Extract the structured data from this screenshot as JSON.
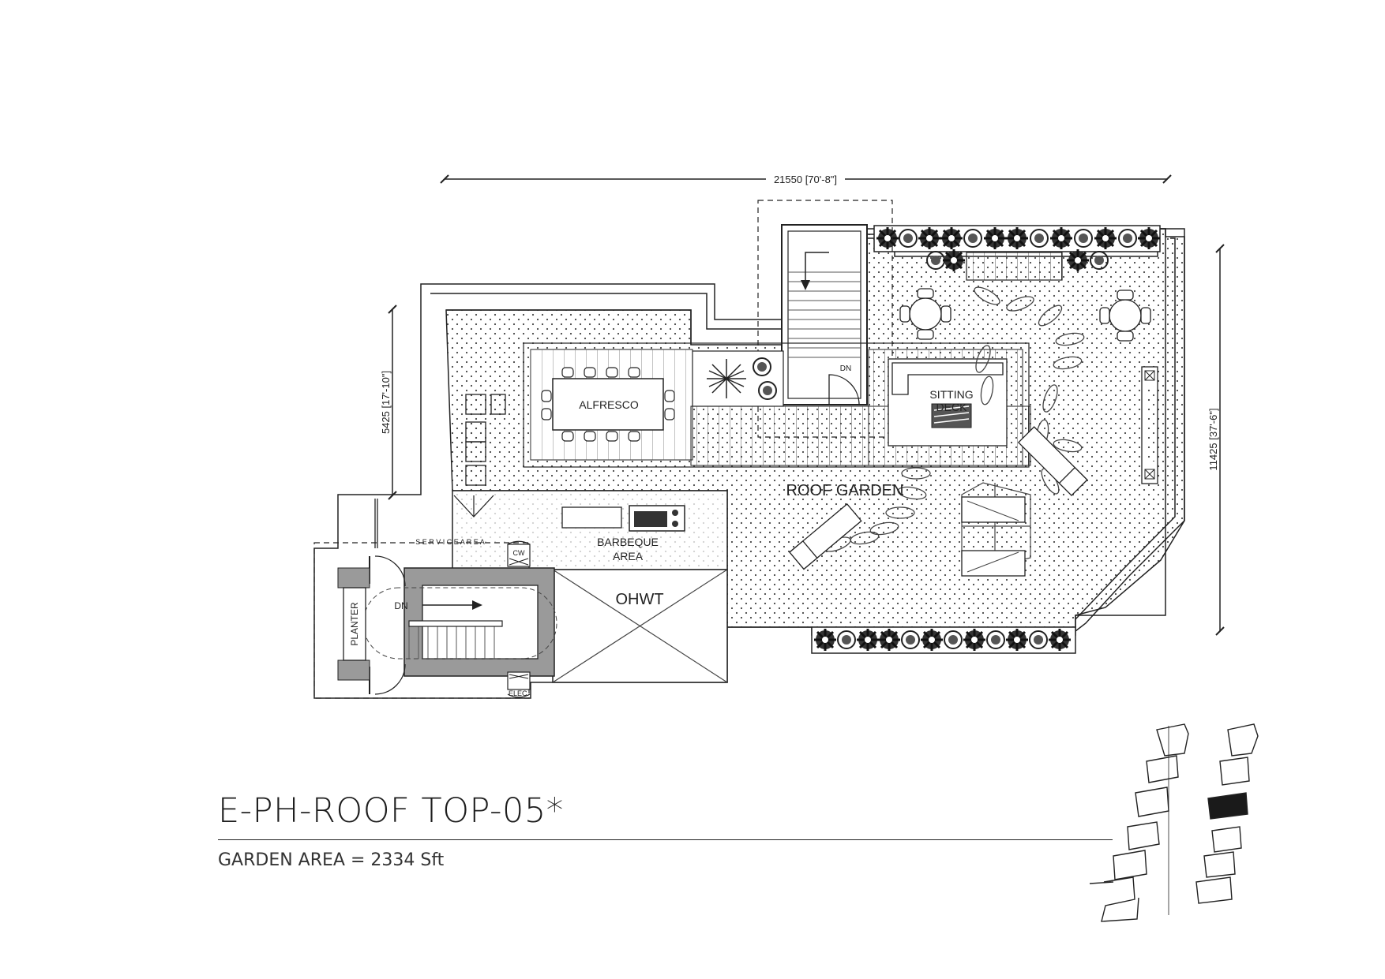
{
  "plan": {
    "title": "E-PH-ROOF TOP-05*",
    "subtitle": "GARDEN AREA  = 2334 Sft",
    "dimensions": {
      "width": "21550 [70'-8\"]",
      "depth_right": "11425 [37'-6\"]",
      "depth_left": "5425 [17'-10\"]"
    },
    "rooms": {
      "alfresco": "ALFRESCO",
      "sitting_deck": [
        "SITTING",
        "DECK"
      ],
      "roof_garden": "ROOF GARDEN",
      "barbeque": [
        "BARBEQUE",
        "AREA"
      ],
      "ohwt": "OHWT",
      "planter": "PLANTER",
      "service_area": "S E R V I C E    A R E A",
      "cw": "CW",
      "elec": "ELEC.",
      "dn_left": "DN",
      "dn_right": "DN"
    }
  },
  "colors": {
    "line": "#222222",
    "wall_fill": "#9a9a9a",
    "highlight_unit": "#1a1a1a"
  }
}
